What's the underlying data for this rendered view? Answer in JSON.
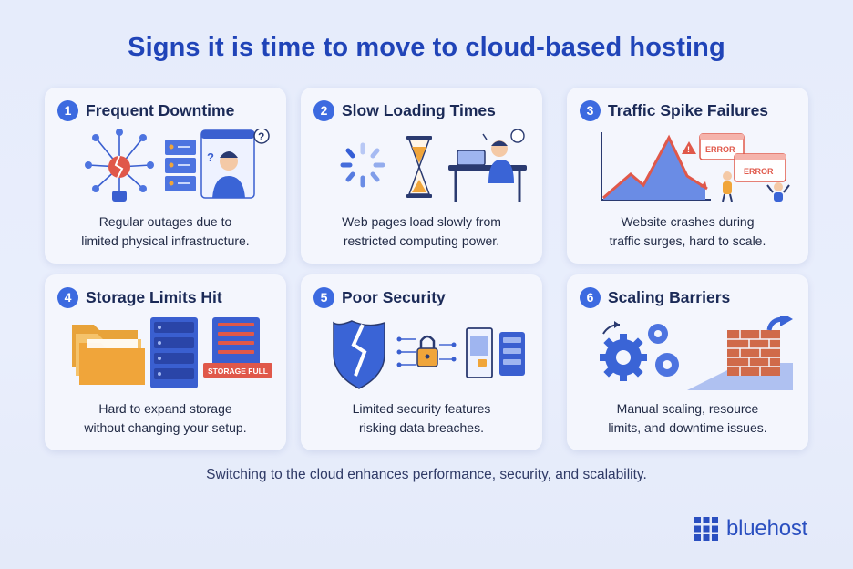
{
  "title": "Signs it is time to move to cloud-based hosting",
  "cards": [
    {
      "number": "1",
      "title": "Frequent Downtime",
      "description": "Regular outages due to\nlimited physical infrastructure."
    },
    {
      "number": "2",
      "title": "Slow Loading Times",
      "description": "Web pages load slowly from\nrestricted computing power."
    },
    {
      "number": "3",
      "title": "Traffic Spike Failures",
      "description": "Website crashes during\ntraffic surges, hard to scale.",
      "error_label": "ERROR"
    },
    {
      "number": "4",
      "title": "Storage Limits Hit",
      "description": "Hard to expand storage\nwithout changing your setup.",
      "storage_label": "STORAGE FULL"
    },
    {
      "number": "5",
      "title": "Poor Security",
      "description": "Limited security features\nrisking data breaches."
    },
    {
      "number": "6",
      "title": "Scaling Barriers",
      "description": "Manual scaling, resource\nlimits, and downtime issues."
    }
  ],
  "footer": "Switching to the cloud enhances performance, security, and scalability.",
  "brand": {
    "name": "bluehost"
  },
  "colors": {
    "primary": "#2044b8",
    "accent": "#3c6ae0",
    "alert": "#e0584a",
    "brick": "#d06a4a",
    "amber": "#f0a53a"
  }
}
